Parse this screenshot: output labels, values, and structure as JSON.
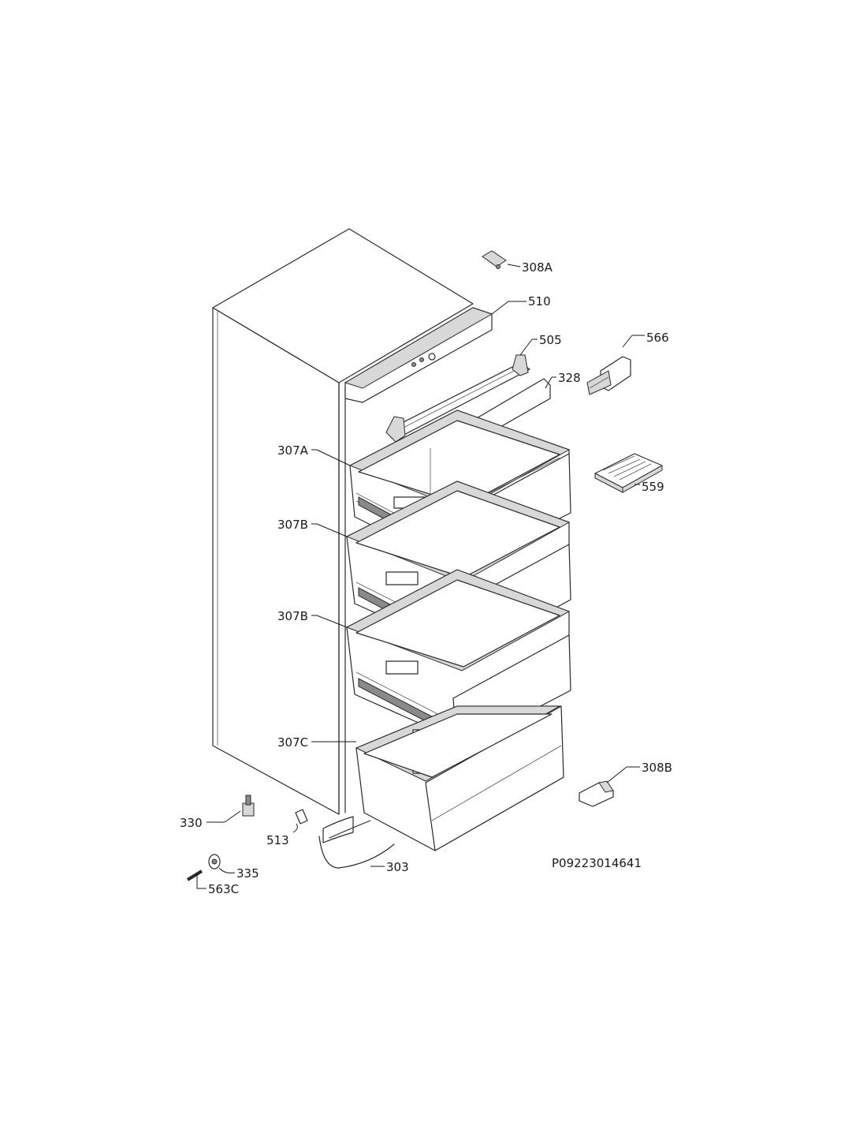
{
  "parts": {
    "p308a": "308A",
    "p510": "510",
    "p505": "505",
    "p566": "566",
    "p328": "328",
    "p307a": "307A",
    "p559": "559",
    "p307b_1": "307B",
    "p307b_2": "307B",
    "p307c": "307C",
    "p308b": "308B",
    "p330": "330",
    "p513": "513",
    "p303": "303",
    "p335": "335",
    "p563c": "563C"
  },
  "diagram_code": "P09223014641"
}
